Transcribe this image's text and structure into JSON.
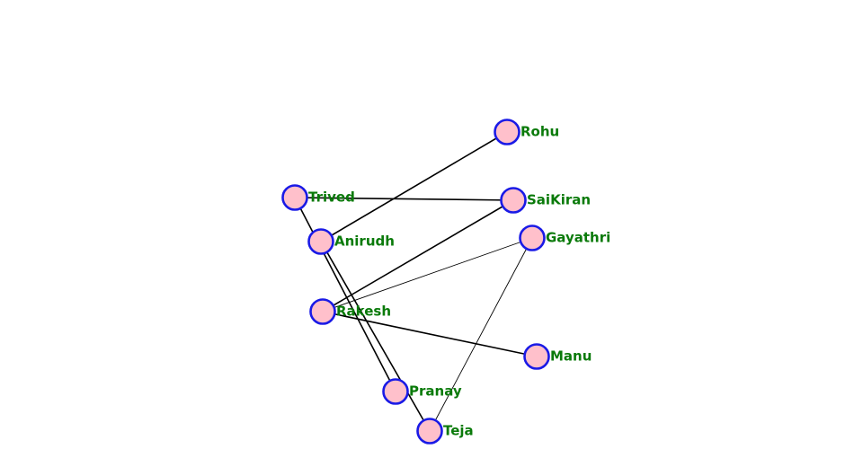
{
  "graph": {
    "colors": {
      "node_fill": "#ffc0cb",
      "node_stroke": "#1a1ae6",
      "label": "#0a7a0a",
      "edge": "#000000"
    },
    "nodes": [
      {
        "id": "rohu",
        "label": "Rohu"
      },
      {
        "id": "trived",
        "label": "Trived"
      },
      {
        "id": "saikiran",
        "label": "SaiKiran"
      },
      {
        "id": "anirudh",
        "label": "Anirudh"
      },
      {
        "id": "gayathri",
        "label": "Gayathri"
      },
      {
        "id": "rakesh",
        "label": "Rakesh"
      },
      {
        "id": "manu",
        "label": "Manu"
      },
      {
        "id": "pranay",
        "label": "Pranay"
      },
      {
        "id": "teja",
        "label": "Teja"
      }
    ],
    "edges": [
      {
        "source": "anirudh",
        "target": "rohu"
      },
      {
        "source": "trived",
        "target": "saikiran"
      },
      {
        "source": "trived",
        "target": "pranay"
      },
      {
        "source": "anirudh",
        "target": "teja"
      },
      {
        "source": "rakesh",
        "target": "saikiran"
      },
      {
        "source": "rakesh",
        "target": "gayathri",
        "thin": true
      },
      {
        "source": "rakesh",
        "target": "manu"
      },
      {
        "source": "gayathri",
        "target": "teja",
        "thin": true
      }
    ]
  }
}
